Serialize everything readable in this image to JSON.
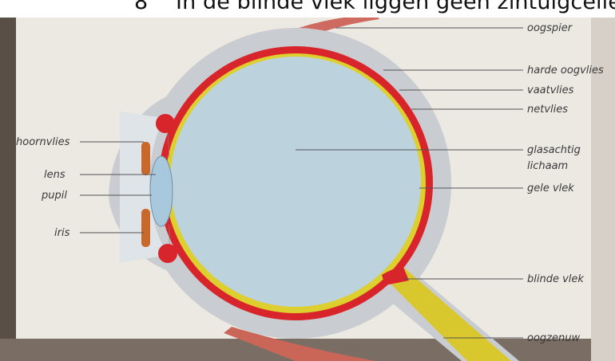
{
  "caption": {
    "number": "8",
    "text": "In de blinde vlek liggen geen zintuigcellen"
  },
  "labels": {
    "oogspier": "oogspier",
    "harde_oogvlies": "harde oogvlies",
    "vaatvlies": "vaatvlies",
    "netvlies": "netvlies",
    "glasachtig_1": "glasachtig",
    "glasachtig_2": "lichaam",
    "gele_vlek": "gele vlek",
    "blinde_vlek": "blinde vlek",
    "oogzenuw": "oogzenuw",
    "hoornvlies": "hoornvlies",
    "lens": "lens",
    "pupil": "pupil",
    "iris": "iris"
  },
  "colors": {
    "page": "#ece8e2",
    "sclera": "#c9ccd0",
    "choroid": "#d8242b",
    "retina": "#dccf2e",
    "vitreous": "#bcd2dd",
    "lens": "#a8c8de",
    "iris": "#c8682a",
    "nerve": "#d9c72e",
    "leader": "#555555"
  }
}
